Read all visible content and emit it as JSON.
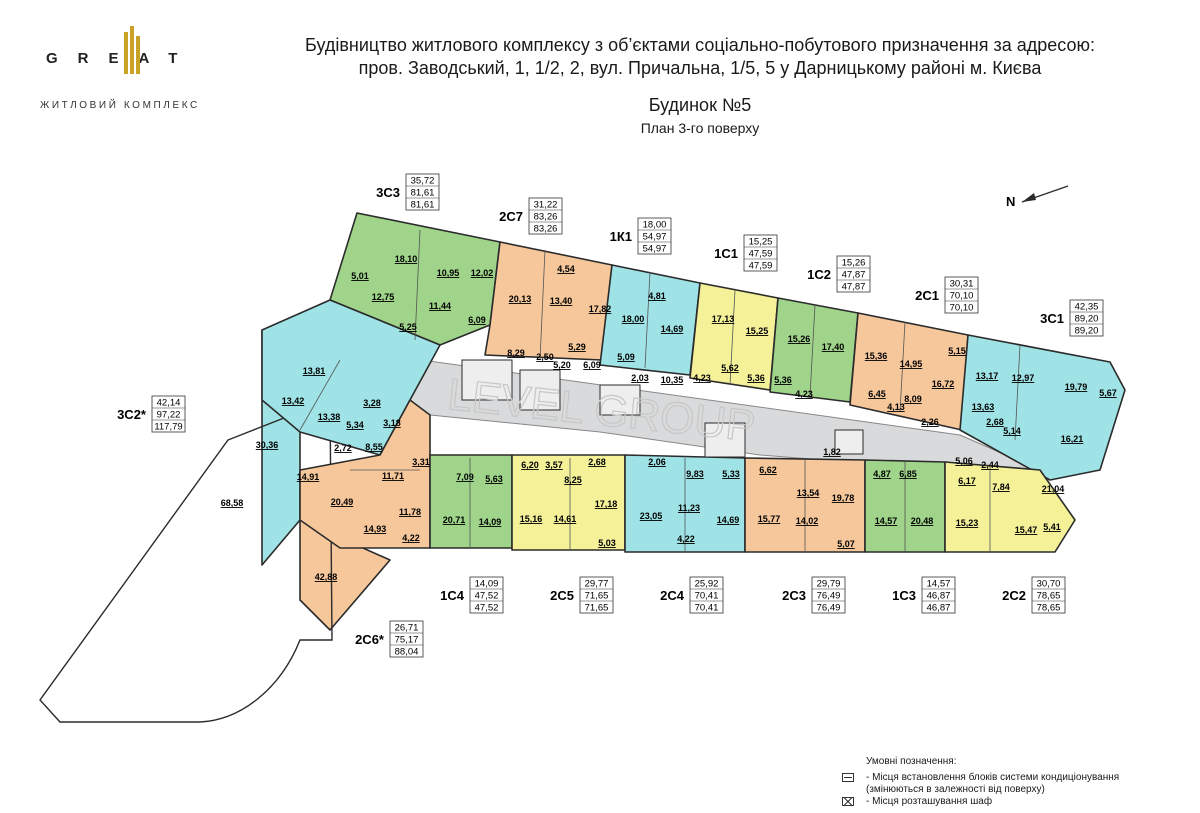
{
  "logo": {
    "word": "GREAT",
    "subtitle": "ЖИТЛОВИЙ КОМПЛЕКС",
    "accent": "#c9a227"
  },
  "header": {
    "line1": "Будівництво житлового комплексу з об’єктами соціально-побутового призначення за адресою:",
    "line2": "пров. Заводський, 1, 1/2, 2, вул. Причальна, 1/5, 5 у Дарницькому районі м. Києва",
    "building": "Будинок №5",
    "floor": "План 3-го поверху"
  },
  "compass": {
    "label": "N"
  },
  "watermark": "LEVEL GROUP",
  "colors": {
    "green": "#9fd48a",
    "orange": "#f6c79b",
    "cyan": "#9fe3e6",
    "yellow": "#f4f199",
    "corridor": "#d9dadb",
    "wall": "#2b2b2b"
  },
  "apartments": [
    {
      "code": "3С3",
      "values": [
        "35,72",
        "81,61",
        "81,61"
      ]
    },
    {
      "code": "2С7",
      "values": [
        "31,22",
        "83,26",
        "83,26"
      ]
    },
    {
      "code": "1К1",
      "values": [
        "18,00",
        "54,97",
        "54,97"
      ]
    },
    {
      "code": "1С1",
      "values": [
        "15,25",
        "47,59",
        "47,59"
      ]
    },
    {
      "code": "1С2",
      "values": [
        "15,26",
        "47,87",
        "47,87"
      ]
    },
    {
      "code": "2С1",
      "values": [
        "30,31",
        "70,10",
        "70,10"
      ]
    },
    {
      "code": "3С1",
      "values": [
        "42,35",
        "89,20",
        "89,20"
      ]
    },
    {
      "code": "3С2*",
      "values": [
        "42,14",
        "97,22",
        "117,79"
      ]
    },
    {
      "code": "1С4",
      "values": [
        "14,09",
        "47,52",
        "47,52"
      ]
    },
    {
      "code": "2С5",
      "values": [
        "29,77",
        "71,65",
        "71,65"
      ]
    },
    {
      "code": "2С4",
      "values": [
        "25,92",
        "70,41",
        "70,41"
      ]
    },
    {
      "code": "2С3",
      "values": [
        "29,79",
        "76,49",
        "76,49"
      ]
    },
    {
      "code": "1С3",
      "values": [
        "14,57",
        "46,87",
        "46,87"
      ]
    },
    {
      "code": "2С2",
      "values": [
        "30,70",
        "78,65",
        "78,65"
      ]
    },
    {
      "code": "2С6*",
      "values": [
        "26,71",
        "75,17",
        "88,04"
      ]
    }
  ],
  "room_areas": [
    "18,10",
    "10,95",
    "12,02",
    "5,01",
    "12,75",
    "11,44",
    "5,25",
    "6,09",
    "4,54",
    "20,13",
    "13,40",
    "17,82",
    "8,29",
    "2,50",
    "5,29",
    "5,20",
    "6,09",
    "4,81",
    "18,00",
    "14,69",
    "5,09",
    "2,03",
    "10,35",
    "17,13",
    "15,25",
    "4,23",
    "5,62",
    "5,36",
    "15,26",
    "17,40",
    "5,36",
    "4,23",
    "15,36",
    "14,95",
    "16,72",
    "5,15",
    "6,45",
    "4,13",
    "8,09",
    "2,26",
    "13,17",
    "12,97",
    "19,79",
    "5,67",
    "13,63",
    "2,68",
    "5,14",
    "16,21",
    "13,81",
    "13,42",
    "13,38",
    "3,28",
    "5,34",
    "3,18",
    "2,72",
    "8,55",
    "30,36",
    "14,91",
    "68,58",
    "3,31",
    "11,71",
    "20,49",
    "11,78",
    "14,93",
    "4,22",
    "42,88",
    "7,09",
    "5,63",
    "20,71",
    "14,09",
    "6,20",
    "3,57",
    "2,68",
    "8,25",
    "15,16",
    "14,61",
    "17,18",
    "5,03",
    "2,06",
    "9,83",
    "11,23",
    "23,05",
    "4,22",
    "5,33",
    "14,69",
    "6,62",
    "13,54",
    "1,82",
    "19,78",
    "15,77",
    "14,02",
    "5,07",
    "4,87",
    "6,85",
    "14,57",
    "20,48",
    "6,17",
    "5,06",
    "2,44",
    "7,84",
    "21,04",
    "15,23",
    "15,47",
    "5,41"
  ],
  "legend": {
    "title": "Умовні позначення:",
    "items": [
      "- Місця встановлення блоків системи кондиціонування",
      "(змінюються в залежності від поверху)",
      "- Місця розташування шаф"
    ]
  }
}
